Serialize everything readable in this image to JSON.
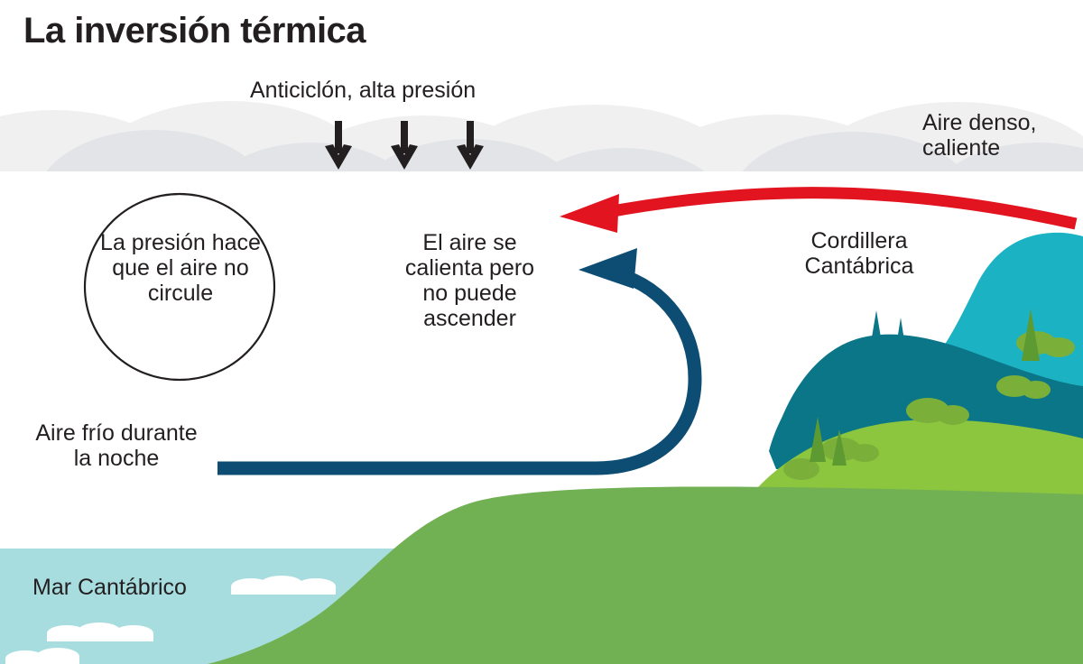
{
  "title": "La inversión térmica",
  "labels": {
    "anticiclon": "Anticiclón, alta presión",
    "aire_denso": "Aire denso,\ncaliente",
    "presion_no_circula": "La presión hace\nque el aire no\ncircule",
    "aire_calienta": "El aire se\ncalienta pero\nno puede\nascender",
    "cordillera": "Cordillera\nCantábrica",
    "aire_frio": "Aire frío durante\nla noche",
    "mar": "Mar Cantábrico"
  },
  "icons": {
    "down_arrow_1": "down-arrow-icon",
    "down_arrow_2": "down-arrow-icon",
    "down_arrow_3": "down-arrow-icon",
    "red_arrow": "red-curved-arrow-left-icon",
    "blue_arrow": "blue-curved-arrow-left-icon",
    "circulation_circle": "circle-outline-icon"
  },
  "colors": {
    "background": "#ffffff",
    "text": "#231f20",
    "cloud_light": "#f0f0f1",
    "cloud_mid": "#e2e4e8",
    "red_arrow": "#e1141f",
    "blue_arrow": "#0e4d73",
    "mountain_cyan": "#1bb2c4",
    "mountain_teal": "#0b7687",
    "hill_light_green": "#8cc63e",
    "hill_green": "#72b153",
    "sea": "#a8dde0",
    "foam": "#ffffff"
  },
  "arrow_counts": {
    "pressure_down_arrows": 3
  }
}
